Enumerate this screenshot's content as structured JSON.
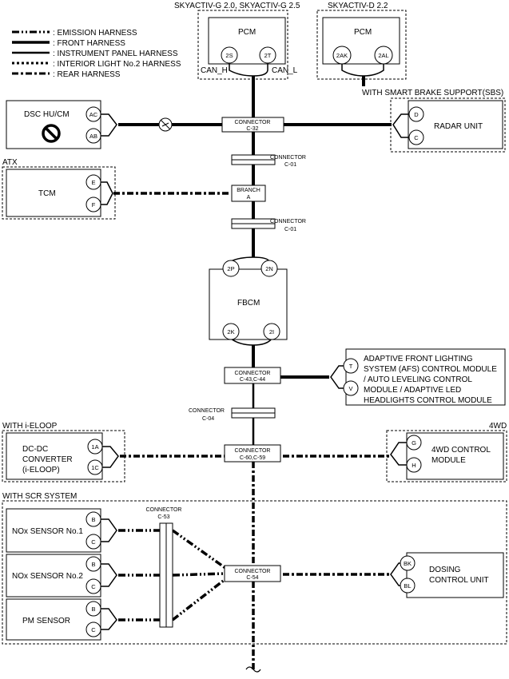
{
  "legend": [
    {
      "key": "emission",
      "label": ": EMISSION HARNESS"
    },
    {
      "key": "front",
      "label": ": FRONT HARNESS"
    },
    {
      "key": "ipanel",
      "label": ": INSTRUMENT PANEL HARNESS"
    },
    {
      "key": "interior",
      "label": ": INTERIOR LIGHT No.2 HARNESS"
    },
    {
      "key": "rear",
      "label": ": REAR HARNESS"
    }
  ],
  "groups": {
    "g_skyactiv_g": "SKYACTIV-G 2.0, SKYACTIV-G 2.5",
    "g_skyactiv_d": "SKYACTIV-D 2.2",
    "sbs": "WITH SMART BRAKE SUPPORT(SBS)",
    "atx": "ATX",
    "ieloop": "WITH i-ELOOP",
    "awd": "4WD",
    "scr": "WITH SCR SYSTEM"
  },
  "modules": {
    "pcm_g": {
      "name": "PCM",
      "pins": [
        "2S",
        "2T"
      ],
      "can_h": "CAN_H",
      "can_l": "CAN_L"
    },
    "pcm_d": {
      "name": "PCM",
      "pins": [
        "2AK",
        "2AL"
      ]
    },
    "dsc": {
      "name": "DSC HU/CM",
      "pins": [
        "AC",
        "AB"
      ]
    },
    "radar": {
      "name": "RADAR UNIT",
      "pins": [
        "D",
        "C"
      ]
    },
    "tcm": {
      "name": "TCM",
      "pins": [
        "E",
        "F"
      ]
    },
    "fbcm": {
      "name": "FBCM",
      "pins_top": [
        "2P",
        "2N"
      ],
      "pins_bottom": [
        "2K",
        "2I"
      ]
    },
    "afs": {
      "lines": [
        "ADAPTIVE FRONT LIGHTING",
        "SYSTEM (AFS) CONTROL MODULE",
        "/ AUTO LEVELING CONTROL",
        "MODULE / ADAPTIVE LED",
        "HEADLIGHTS CONTROL MODULE"
      ],
      "pins": [
        "T",
        "V"
      ]
    },
    "dcdc": {
      "lines": [
        "DC-DC",
        "CONVERTER",
        "(i-ELOOP)"
      ],
      "pins": [
        "1A",
        "1C"
      ]
    },
    "awd": {
      "lines": [
        "4WD CONTROL",
        "MODULE"
      ],
      "pins": [
        "G",
        "H"
      ]
    },
    "nox1": {
      "name": "NOx SENSOR No.1",
      "pins": [
        "B",
        "C"
      ]
    },
    "nox2": {
      "name": "NOx SENSOR No.2",
      "pins": [
        "B",
        "C"
      ]
    },
    "pm": {
      "name": "PM SENSOR",
      "pins": [
        "B",
        "C"
      ]
    },
    "dosing": {
      "lines": [
        "DOSING",
        "CONTROL UNIT"
      ],
      "pins": [
        "BK",
        "BL"
      ]
    }
  },
  "connectors": {
    "c32": {
      "title": "CONNECTOR",
      "id": "C-32"
    },
    "c01a": {
      "title": "CONNECTOR",
      "id": "C-01"
    },
    "branch": {
      "title": "BRANCH",
      "id": "A"
    },
    "c01b": {
      "title": "CONNECTOR",
      "id": "C-01"
    },
    "c43": {
      "title": "CONNECTOR",
      "id": "C-43,C-44"
    },
    "c04": {
      "title": "CONNECTOR",
      "id": "C-04"
    },
    "c60": {
      "title": "CONNECTOR",
      "id": "C-60,C-59"
    },
    "c53": {
      "title": "CONNECTOR",
      "id": "C-53"
    },
    "c54": {
      "title": "CONNECTOR",
      "id": "C-54"
    }
  }
}
